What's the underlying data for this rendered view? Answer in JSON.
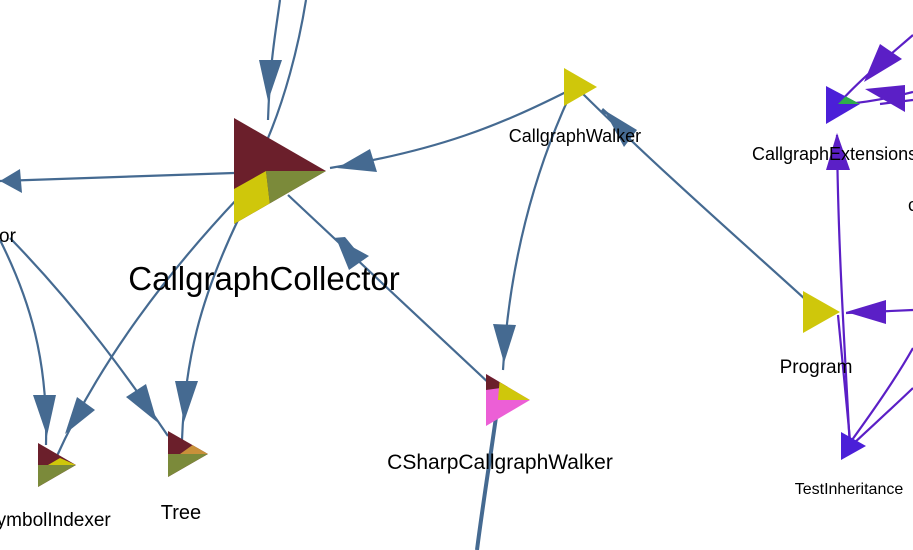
{
  "graph": {
    "labels": {
      "callgraph_collector": "CallgraphCollector",
      "callgraph_walker": "CallgraphWalker",
      "callgraph_extensions": "CallgraphExtensions",
      "csharp_callgraph_walker": "CSharpCallgraphWalker",
      "program": "Program",
      "test_inheritance": "TestInheritance",
      "symbol_indexer": "SymbolIndexer",
      "tree": "Tree",
      "left_cut_label": "or",
      "right_cut_label": "c"
    },
    "colors": {
      "edge_blue": "#456a91",
      "edge_purple": "#5b1fc6",
      "maroon": "#6b1f2b",
      "olive": "#7b8a3a",
      "yellow": "#cfc70b",
      "pink": "#ec5fd6",
      "violet": "#4b1fd8",
      "green": "#2fae4a",
      "orange": "#c8903a"
    }
  }
}
